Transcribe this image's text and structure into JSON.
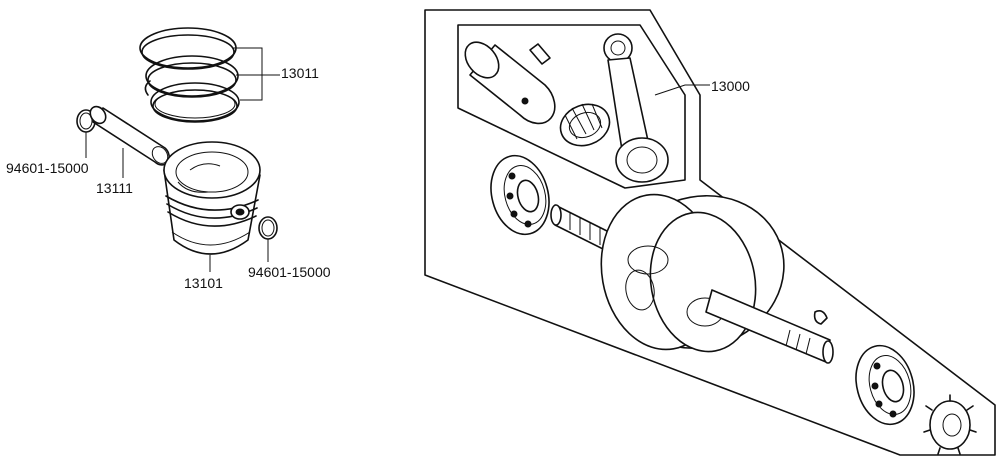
{
  "labels": {
    "piston_rings": "13011",
    "conrod_kit": "13000",
    "circlip_left": "94601-15000",
    "piston_pin": "13111",
    "piston": "13101",
    "circlip_right": "94601-15000"
  },
  "colors": {
    "ink": "#111111",
    "paper": "#ffffff"
  }
}
